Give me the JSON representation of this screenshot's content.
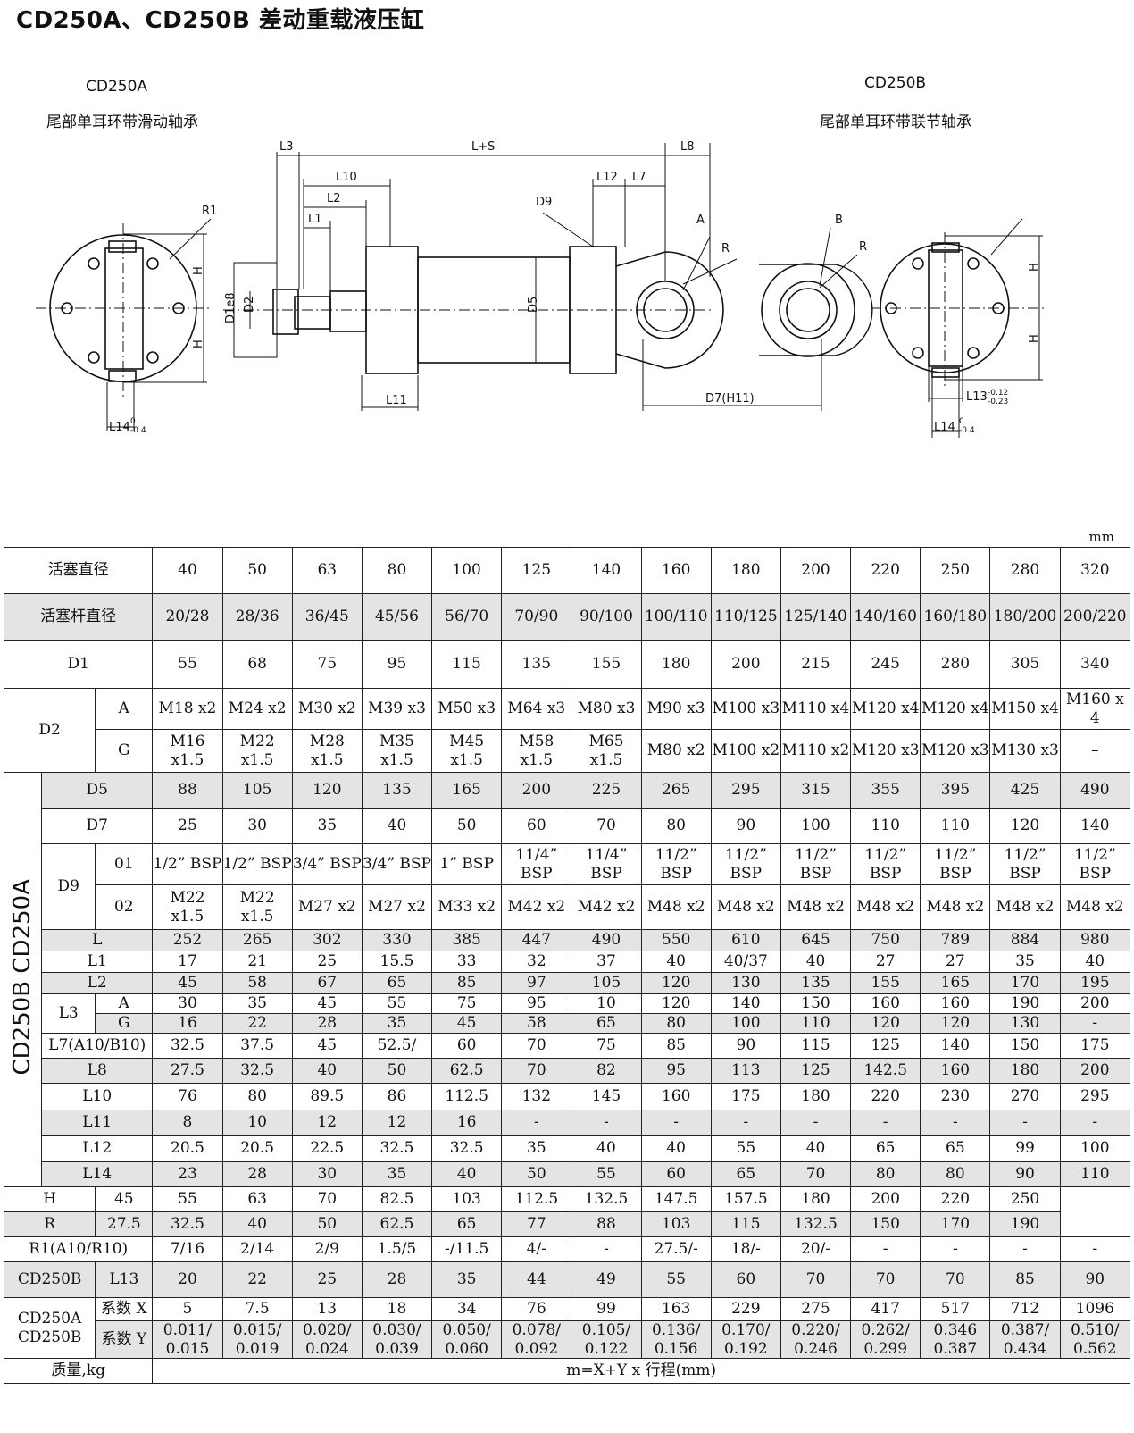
{
  "title": "CD250A、CD250B 差动重载液压缸",
  "drawing": {
    "left_model": "CD250A",
    "left_desc": "尾部单耳环带滑动轴承",
    "right_model": "CD250B",
    "right_desc": "尾部单耳环带联节轴承",
    "labels": {
      "L3": "L3",
      "LS": "L+S",
      "L8": "L8",
      "L10": "L10",
      "L2": "L2",
      "L1": "L1",
      "L12": "L12",
      "L7": "L7",
      "D9": "D9",
      "A": "A",
      "R": "R",
      "B": "B",
      "R1": "R1",
      "H": "H",
      "D1e8": "D1e8",
      "D2": "D2",
      "D5": "D5",
      "L11": "L11",
      "D7": "D7(H11)",
      "L13": "L13",
      "L13_tol_top": "-0.12",
      "L13_tol_bot": "-0.23",
      "L14": "L14",
      "L14_tol_top": "0",
      "L14_tol_bot": "-0.4"
    }
  },
  "unit": "mm",
  "table": {
    "headers": {
      "piston_dia": "活塞直径",
      "rod_dia": "活塞杆直径",
      "D1": "D1",
      "D2": "D2",
      "D2_A": "A",
      "D2_G": "G",
      "group_label": "CD250B CD250A",
      "D5": "D5",
      "D7": "D7",
      "D9": "D9",
      "D9_01": "01",
      "D9_02": "02",
      "L": "L",
      "L1": "L1",
      "L2": "L2",
      "L3": "L3",
      "L3_A": "A",
      "L3_G": "G",
      "L7": "L7(A10/B10)",
      "L8": "L8",
      "L10": "L10",
      "L11": "L11",
      "L12": "L12",
      "L14": "L14",
      "H": "H",
      "R": "R",
      "R1": "R1(A10/R10)",
      "cd250b": "CD250B",
      "L13": "L13",
      "cd250ab": "CD250A CD250B",
      "coefX": "系数 X",
      "coefY": "系数 Y",
      "mass": "质量,kg",
      "mass_formula": "m=X+Y x 行程(mm)"
    },
    "piston_dia": [
      "40",
      "50",
      "63",
      "80",
      "100",
      "125",
      "140",
      "160",
      "180",
      "200",
      "220",
      "250",
      "280",
      "320"
    ],
    "rod_dia": [
      "20/28",
      "28/36",
      "36/45",
      "45/56",
      "56/70",
      "70/90",
      "90/100",
      "100/110",
      "110/125",
      "125/140",
      "140/160",
      "160/180",
      "180/200",
      "200/220"
    ],
    "D1": [
      "55",
      "68",
      "75",
      "95",
      "115",
      "135",
      "155",
      "180",
      "200",
      "215",
      "245",
      "280",
      "305",
      "340"
    ],
    "D2_A": [
      "M18 x2",
      "M24 x2",
      "M30 x2",
      "M39 x3",
      "M50 x3",
      "M64 x3",
      "M80 x3",
      "M90 x3",
      "M100 x3",
      "M110 x4",
      "M120 x4",
      "M120 x4",
      "M150 x4",
      "M160 x 4"
    ],
    "D2_G": [
      "M16 x1.5",
      "M22 x1.5",
      "M28 x1.5",
      "M35 x1.5",
      "M45 x1.5",
      "M58 x1.5",
      "M65 x1.5",
      "M80 x2",
      "M100 x2",
      "M110 x2",
      "M120 x3",
      "M120 x3",
      "M130 x3",
      "–"
    ],
    "D5": [
      "88",
      "105",
      "120",
      "135",
      "165",
      "200",
      "225",
      "265",
      "295",
      "315",
      "355",
      "395",
      "425",
      "490"
    ],
    "D7": [
      "25",
      "30",
      "35",
      "40",
      "50",
      "60",
      "70",
      "80",
      "90",
      "100",
      "110",
      "110",
      "120",
      "140"
    ],
    "D9_01": [
      "1/2” BSP",
      "1/2” BSP",
      "3/4” BSP",
      "3/4” BSP",
      "1” BSP",
      "11/4” BSP",
      "11/4” BSP",
      "11/2” BSP",
      "11/2” BSP",
      "11/2” BSP",
      "11/2” BSP",
      "11/2” BSP",
      "11/2” BSP",
      "11/2” BSP"
    ],
    "D9_02": [
      "M22 x1.5",
      "M22 x1.5",
      "M27 x2",
      "M27 x2",
      "M33 x2",
      "M42 x2",
      "M42 x2",
      "M48 x2",
      "M48 x2",
      "M48 x2",
      "M48 x2",
      "M48 x2",
      "M48 x2",
      "M48 x2"
    ],
    "L": [
      "252",
      "265",
      "302",
      "330",
      "385",
      "447",
      "490",
      "550",
      "610",
      "645",
      "750",
      "789",
      "884",
      "980"
    ],
    "L1": [
      "17",
      "21",
      "25",
      "15.5",
      "33",
      "32",
      "37",
      "40",
      "40/37",
      "40",
      "27",
      "27",
      "35",
      "40"
    ],
    "L2": [
      "45",
      "58",
      "67",
      "65",
      "85",
      "97",
      "105",
      "120",
      "130",
      "135",
      "155",
      "165",
      "170",
      "195"
    ],
    "L3_A": [
      "30",
      "35",
      "45",
      "55",
      "75",
      "95",
      "10",
      "120",
      "140",
      "150",
      "160",
      "160",
      "190",
      "200"
    ],
    "L3_G": [
      "16",
      "22",
      "28",
      "35",
      "45",
      "58",
      "65",
      "80",
      "100",
      "110",
      "120",
      "120",
      "130",
      "-"
    ],
    "L7": [
      "32.5",
      "37.5",
      "45",
      "52.5/",
      "60",
      "70",
      "75",
      "85",
      "90",
      "115",
      "125",
      "140",
      "150",
      "175"
    ],
    "L8": [
      "27.5",
      "32.5",
      "40",
      "50",
      "62.5",
      "70",
      "82",
      "95",
      "113",
      "125",
      "142.5",
      "160",
      "180",
      "200"
    ],
    "L10": [
      "76",
      "80",
      "89.5",
      "86",
      "112.5",
      "132",
      "145",
      "160",
      "175",
      "180",
      "220",
      "230",
      "270",
      "295"
    ],
    "L11": [
      "8",
      "10",
      "12",
      "12",
      "16",
      "-",
      "-",
      "-",
      "-",
      "-",
      "-",
      "-",
      "-",
      "-"
    ],
    "L12": [
      "20.5",
      "20.5",
      "22.5",
      "32.5",
      "32.5",
      "35",
      "40",
      "40",
      "55",
      "40",
      "65",
      "65",
      "99",
      "100"
    ],
    "L14": [
      "23",
      "28",
      "30",
      "35",
      "40",
      "50",
      "55",
      "60",
      "65",
      "70",
      "80",
      "80",
      "90",
      "110"
    ],
    "H": [
      "45",
      "55",
      "63",
      "70",
      "82.5",
      "103",
      "112.5",
      "132.5",
      "147.5",
      "157.5",
      "180",
      "200",
      "220",
      "250"
    ],
    "R": [
      "27.5",
      "32.5",
      "40",
      "50",
      "62.5",
      "65",
      "77",
      "88",
      "103",
      "115",
      "132.5",
      "150",
      "170",
      "190"
    ],
    "R1": [
      "7/16",
      "2/14",
      "2/9",
      "1.5/5",
      "-/11.5",
      "4/-",
      "-",
      "27.5/-",
      "18/-",
      "20/-",
      "-",
      "-",
      "-",
      "-"
    ],
    "L13": [
      "20",
      "22",
      "25",
      "28",
      "35",
      "44",
      "49",
      "55",
      "60",
      "70",
      "70",
      "70",
      "85",
      "90"
    ],
    "coefX": [
      "5",
      "7.5",
      "13",
      "18",
      "34",
      "76",
      "99",
      "163",
      "229",
      "275",
      "417",
      "517",
      "712",
      "1096"
    ],
    "coefY": [
      "0.011/ 0.015",
      "0.015/ 0.019",
      "0.020/ 0.024",
      "0.030/ 0.039",
      "0.050/ 0.060",
      "0.078/ 0.092",
      "0.105/ 0.122",
      "0.136/ 0.156",
      "0.170/ 0.192",
      "0.220/ 0.246",
      "0.262/ 0.299",
      "0.346 0.387",
      "0.387/ 0.434",
      "0.510/ 0.562"
    ]
  }
}
